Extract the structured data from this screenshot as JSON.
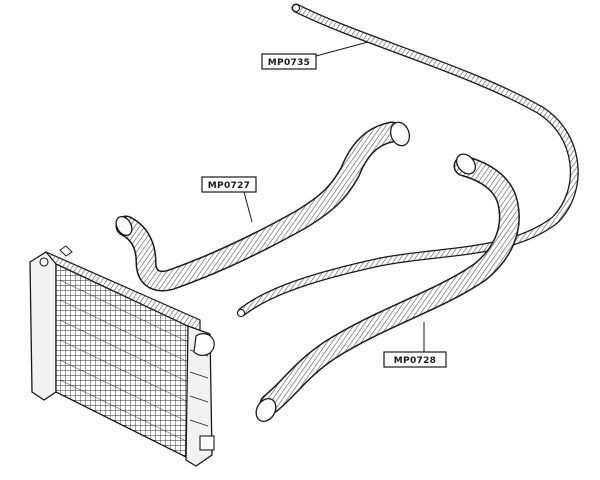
{
  "parts": [
    {
      "id": "upper-long-hose",
      "label": "MP0735"
    },
    {
      "id": "top-hose",
      "label": "MP0727"
    },
    {
      "id": "bottom-hose",
      "label": "MP0728"
    }
  ],
  "colors": {
    "ink": "#1a1a1a",
    "hose_tone": "#8a8a8a",
    "paper": "#ffffff"
  }
}
